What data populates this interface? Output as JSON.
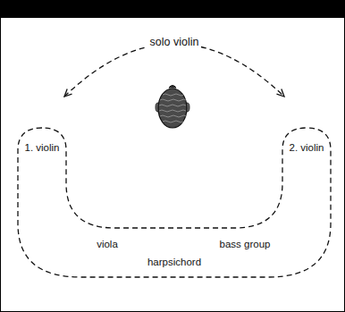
{
  "diagram": {
    "nodes": [
      {
        "text": [
          "1. violin",
          "2. violin",
          "viola",
          "bass group",
          "harpsichord"
        ]
      }
    ],
    "labels": [
      "solo violin"
    ]
  }
}
